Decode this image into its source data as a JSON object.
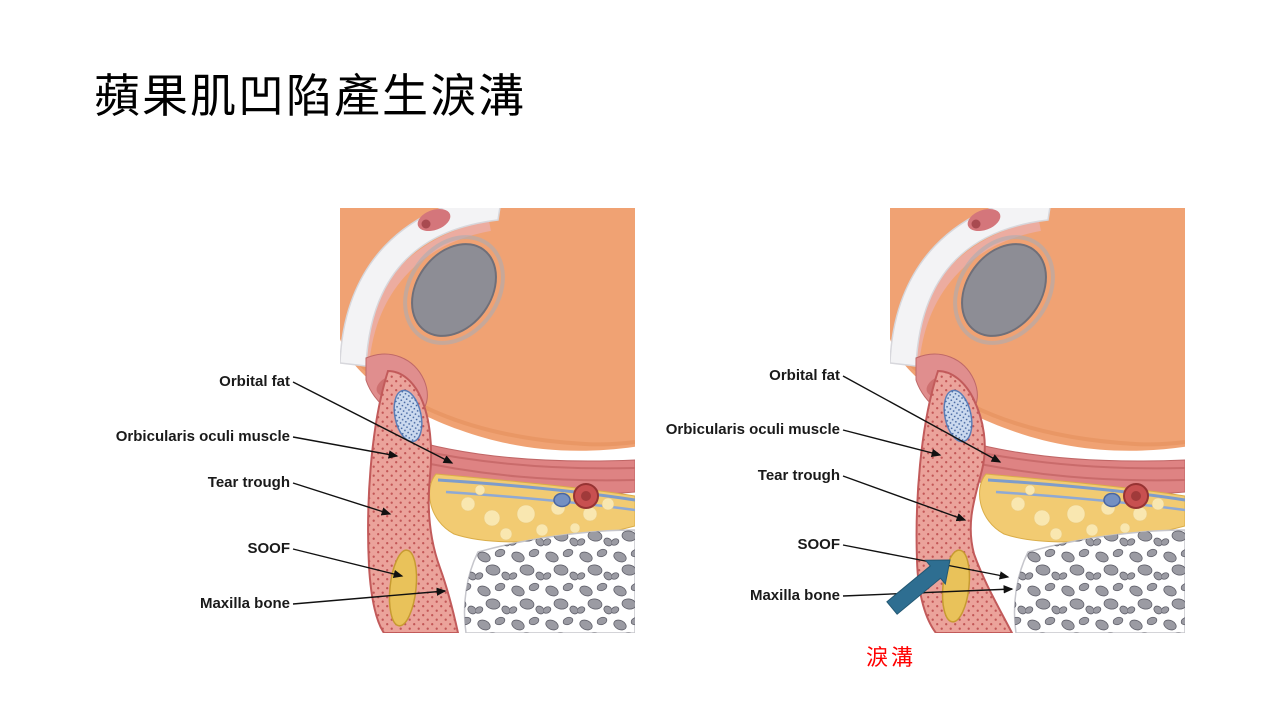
{
  "slide": {
    "title": "蘋果肌凹陷產生淚溝"
  },
  "diagram": {
    "labels": {
      "orbital_fat": "Orbital fat",
      "orbicularis": "Orbicularis oculi muscle",
      "tear_trough": "Tear trough",
      "soof": "SOOF",
      "maxilla": "Maxilla bone"
    },
    "annotation": {
      "text": "淚溝",
      "color": "#FF0000"
    },
    "arrow_color": "#2E6E91"
  },
  "colors": {
    "background": "#FFFFFF",
    "title_text": "#000000",
    "label_text": "#1A1A1A",
    "skin": "#F0A273",
    "muscle": "#DE8383",
    "orbital_fat": "#F2CB72",
    "soof_fat": "#E9C25A",
    "bone_trabecula": "#9B9BA3",
    "skin_flap": "#EBA39B",
    "tarsus": "#CBD9EE"
  }
}
